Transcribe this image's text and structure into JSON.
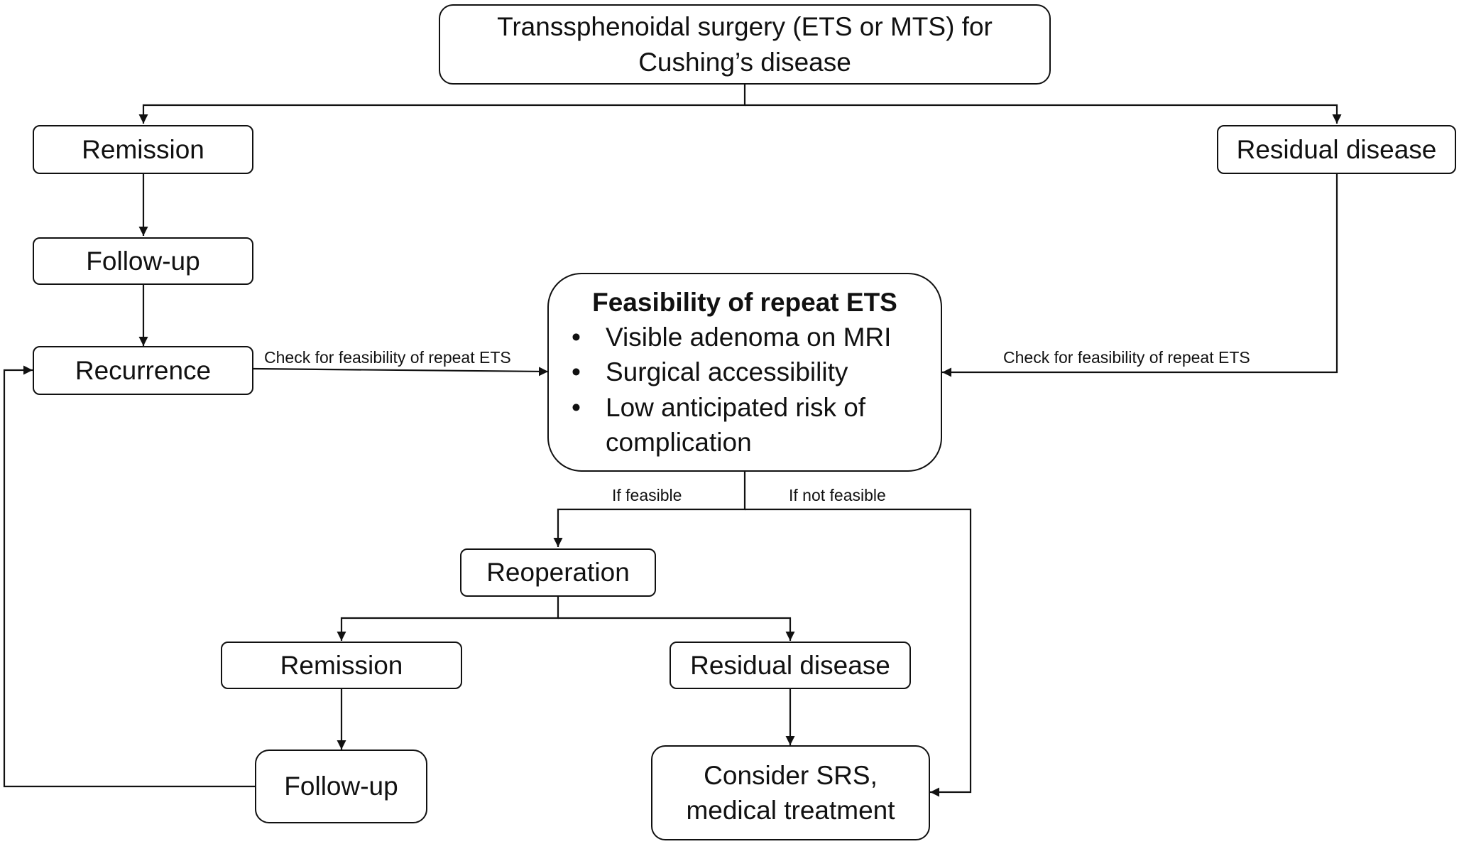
{
  "nodes": {
    "surgery": "Transsphenoidal surgery (ETS or MTS) for Cushing’s disease",
    "remission_top": "Remission",
    "residual_top": "Residual disease",
    "followup_top": "Follow-up",
    "recurrence": "Recurrence",
    "feasibility": {
      "title": "Feasibility of repeat ETS",
      "criteria": [
        "Visible adenoma on MRI",
        "Surgical accessibility",
        "Low anticipated risk of complication"
      ]
    },
    "reoperation": "Reoperation",
    "remission_bottom": "Remission",
    "residual_bottom": "Residual disease",
    "followup_bottom": "Follow-up",
    "consider": "Consider SRS, medical treatment"
  },
  "edge_labels": {
    "check_left": "Check for feasibility of repeat ETS",
    "check_right": "Check for feasibility of repeat ETS",
    "if_feasible": "If feasible",
    "if_not_feasible": "If not feasible"
  }
}
